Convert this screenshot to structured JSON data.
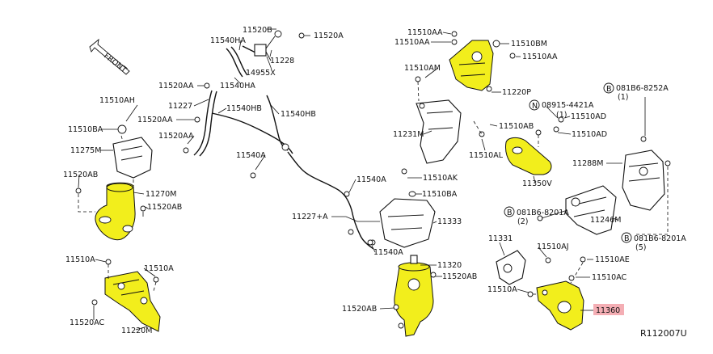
{
  "diagram": {
    "front_label": "FRONT",
    "ref_code": "R112007U",
    "highlight_color": "#f2ee1c",
    "selected_color": "#f4aeb4",
    "labels": {
      "l_11520B": "11520B",
      "l_11520A_top": "11520A",
      "l_11540HA_a": "11540HA",
      "l_11228": "11228",
      "l_14955X": "14955X",
      "l_11540HA_b": "11540HA",
      "l_11520AA_a": "11520AA",
      "l_11510AH": "11510AH",
      "l_11227": "11227",
      "l_11540HB_a": "11540HB",
      "l_11540HB_b": "11540HB",
      "l_11520AA_b": "11520AA",
      "l_11510BA_left": "11510BA",
      "l_11520AA_c": "11520AA",
      "l_11275M": "11275M",
      "l_11540A_a": "11540A",
      "l_11520AB_a": "11520AB",
      "l_11270M": "11270M",
      "l_11520AB_b": "11520AB",
      "l_11540A_b": "11540A",
      "l_11510AK": "11510AK",
      "l_11510BA_mid": "11510BA",
      "l_11227A": "11227+A",
      "l_11333": "11333",
      "l_11540A_c": "11540A",
      "l_11510A_a": "11510A",
      "l_11510A_b": "11510A",
      "l_11520AC": "11520AC",
      "l_11220M": "11220M",
      "l_11320": "11320",
      "l_11520AB_c": "11520AB",
      "l_11520AB_d": "11520AB",
      "l_11510AA_a": "11510AA",
      "l_11510AA_b": "11510AA",
      "l_11510AM": "11510AM",
      "l_11510BM": "11510BM",
      "l_11510AA_c": "11510AA",
      "l_11220P": "11220P",
      "l_08915": "08915-4421A",
      "l_08915_qty": "(1)",
      "l_11510AD_a": "11510AD",
      "l_11510AB": "11510AB",
      "l_11510AD_b": "11510AD",
      "l_11231M": "11231M",
      "l_11510AL": "11510AL",
      "l_11350V": "11350V",
      "l_081B6_8252A": "081B6-8252A",
      "l_081B6_8252A_qty": "(1)",
      "l_11288M": "11288M",
      "l_081B6_8201A_a": "081B6-8201A",
      "l_081B6_8201A_a_qty": "(2)",
      "l_11246M": "11246M",
      "l_081B6_8201A_b": "081B6-8201A",
      "l_081B6_8201A_b_qty": "(5)",
      "l_11331": "11331",
      "l_11510AJ": "11510AJ",
      "l_11510AE": "11510AE",
      "l_11510AC": "11510AC",
      "l_11510A_c": "11510A",
      "l_11360": "11360",
      "b_glyph": "B"
    }
  }
}
